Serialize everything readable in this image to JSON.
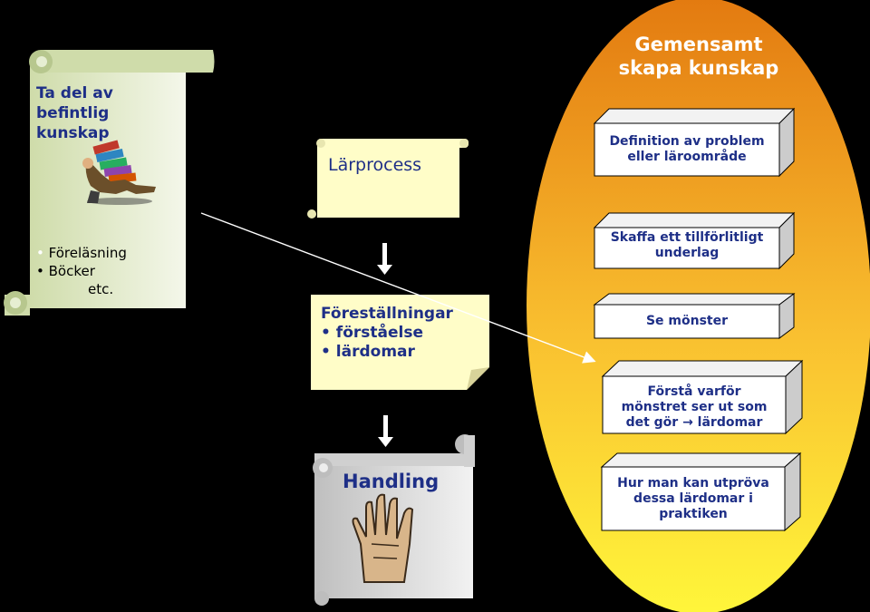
{
  "left_scroll": {
    "title_lines": [
      "Ta del av",
      "befintlig",
      "kunskap"
    ],
    "bullets": [
      "Föreläsning",
      "Böcker"
    ],
    "trailing": "etc."
  },
  "larprocess": {
    "label": "Lärprocess"
  },
  "forestallningar": {
    "title": "Föreställningar",
    "bullets": [
      "förståelse",
      "lärdomar"
    ]
  },
  "handling": {
    "label": "Handling"
  },
  "ellipse": {
    "title_lines": [
      "Gemensamt",
      "skapa kunskap"
    ],
    "boxes": [
      {
        "lines": [
          "Definition av problem",
          "eller läroområde"
        ]
      },
      {
        "lines": [
          "Skaffa ett tillförlitligt",
          "underlag"
        ]
      },
      {
        "lines": [
          "Se mönster"
        ]
      },
      {
        "lines": [
          "Förstå varför",
          "mönstret ser ut som",
          "det gör → lärdomar"
        ]
      },
      {
        "lines": [
          "Hur man kan utpröva",
          "dessa lärdomar i",
          "praktiken"
        ]
      }
    ]
  },
  "colors": {
    "ellipse_top": "#e37a10",
    "ellipse_bottom": "#fff63a",
    "box_blue": "#1e2f87",
    "note_yellow": "#fffdc8",
    "scroll_green": "#e6eed2",
    "scroll_gray": "#d9d9d9"
  }
}
